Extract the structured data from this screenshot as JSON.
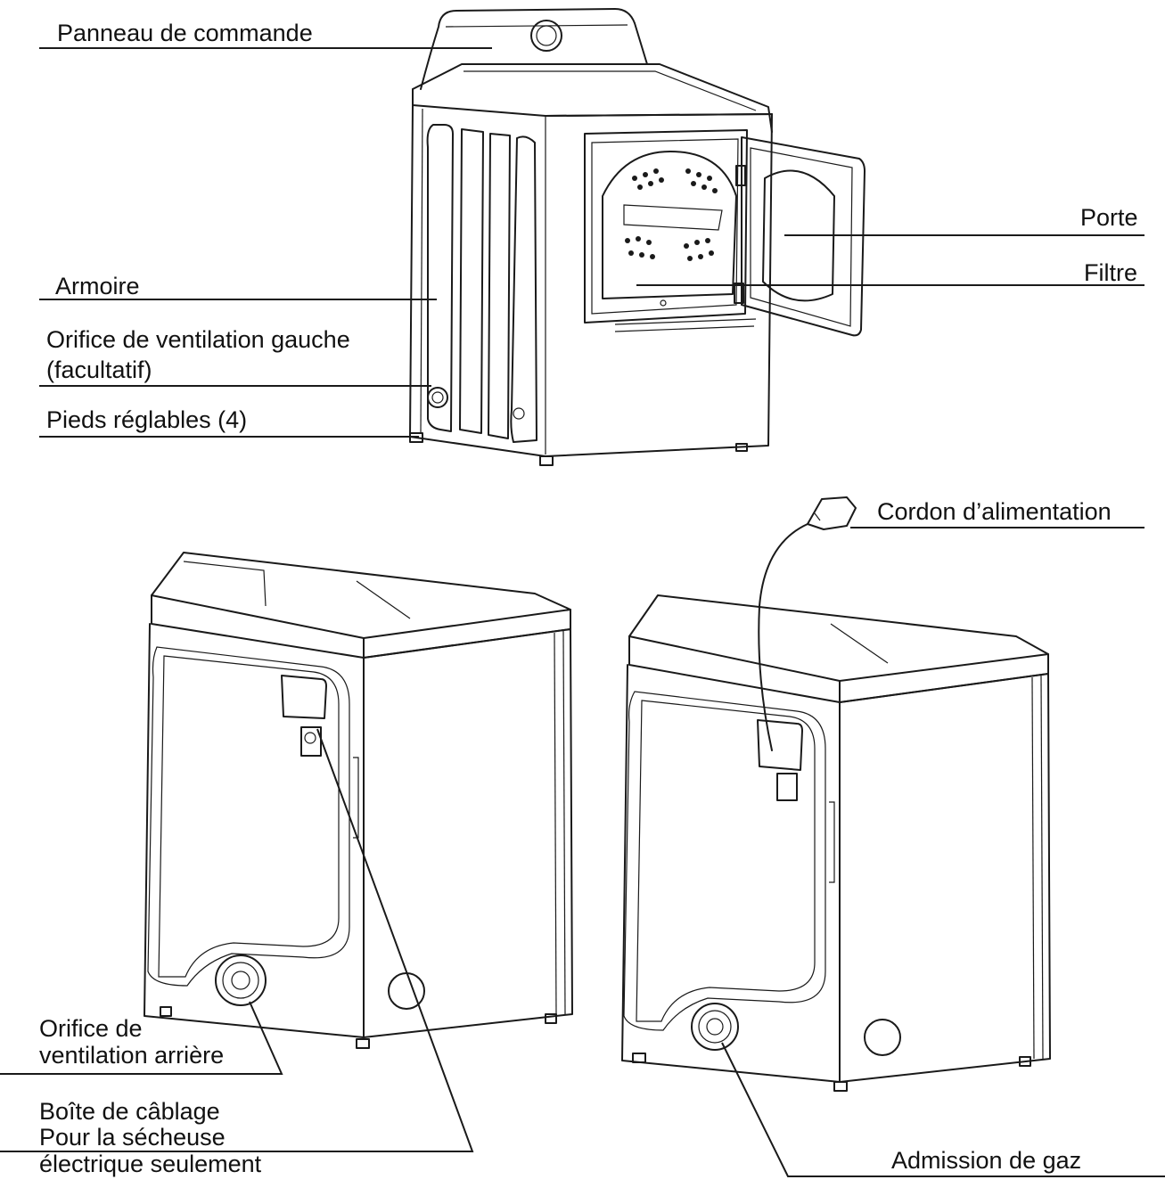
{
  "labels": {
    "control_panel": "Panneau de commande",
    "cabinet": "Armoire",
    "left_vent_line1": "Orifice de ventilation gauche",
    "left_vent_line2": "(facultatif)",
    "leveling_legs": "Pieds réglables (4)",
    "door": "Porte",
    "lint_filter": "Filtre",
    "power_cord": "Cordon d’alimentation",
    "rear_vent_line1": "Orifice de",
    "rear_vent_line2": "ventilation arrière",
    "terminal_block_line1": "Boîte de câblage",
    "terminal_block_line2": "Pour la sécheuse",
    "terminal_block_line3": "électrique seulement",
    "gas_inlet": "Admission de gaz"
  },
  "colors": {
    "line": "#1a1a1a",
    "background": "#ffffff"
  }
}
